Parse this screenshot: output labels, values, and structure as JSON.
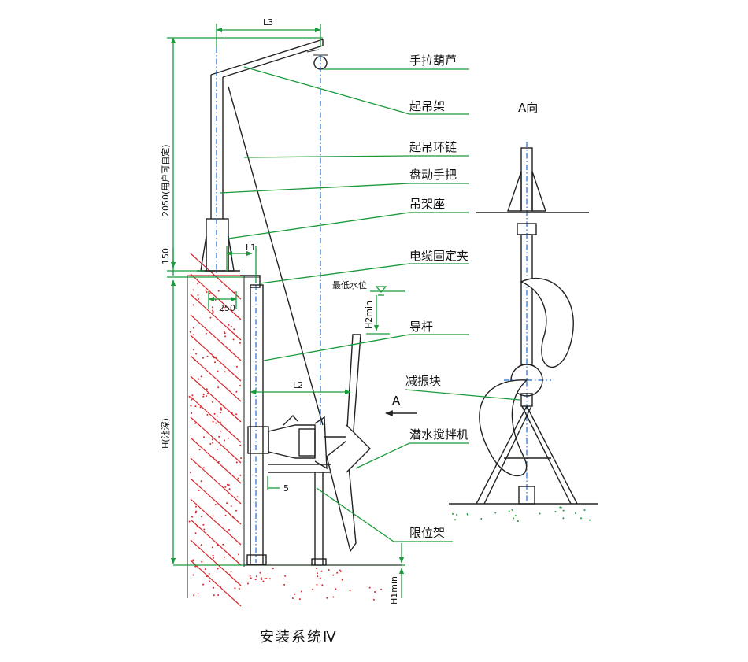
{
  "caption": "安装系统Ⅳ",
  "labels": {
    "hand_hoist": "手拉葫芦",
    "lifting_frame": "起吊架",
    "lifting_chain": "起吊环链",
    "hand_crank": "盘动手把",
    "frame_base": "吊架座",
    "cable_clamp": "电缆固定夹",
    "guide_rod": "导杆",
    "damping_block": "减振块",
    "submersible_mixer": "潜水搅拌机",
    "limit_frame": "限位架",
    "view_a": "A向",
    "arrow_a": "A"
  },
  "dimensions": {
    "l3": "L3",
    "l1": "L1",
    "l2": "L2",
    "height_2050": "2050(用户可自定)",
    "d150": "150",
    "d250": "250",
    "pool_depth": "H(池深)",
    "min_water_level": "最低水位",
    "h2min": "H2min",
    "h1min": "H1min",
    "d5": "5"
  },
  "colors": {
    "dimension_green": "#1a9a3a",
    "center_line_blue": "#1b6fd0",
    "hatch_red": "#d7262b",
    "outline": "#222222"
  }
}
